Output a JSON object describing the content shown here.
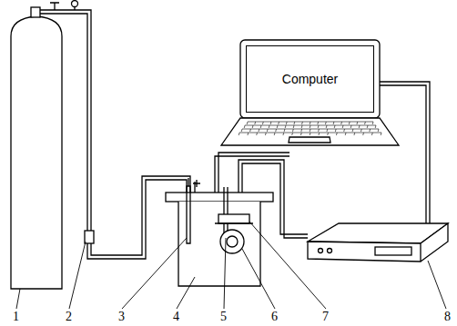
{
  "diagram": {
    "nodes": [
      {
        "text": [
          "Computer"
        ]
      }
    ],
    "labels": [
      "1",
      "2",
      "3",
      "4",
      "5",
      "6",
      "7",
      "8"
    ]
  }
}
